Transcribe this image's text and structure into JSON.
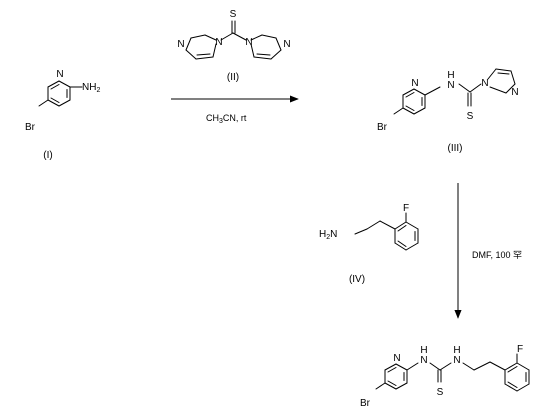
{
  "compounds": {
    "I": {
      "label": "(I)",
      "atoms": {
        "br": "Br",
        "n": "N",
        "nh2_main": "NH",
        "nh2_sub": "2"
      }
    },
    "II": {
      "label": "(II)",
      "atoms": {
        "s": "S",
        "n1": "N",
        "n2": "N",
        "n3": "N",
        "n4": "N"
      }
    },
    "III": {
      "label": "(III)",
      "atoms": {
        "br": "Br",
        "n": "N",
        "nh_main": "N",
        "nh_h": "H",
        "n_im1": "N",
        "n_im2": "N",
        "s": "S"
      }
    },
    "IV": {
      "label": "(IV)",
      "atoms": {
        "f": "F",
        "h2n_h": "H",
        "h2n_2": "2",
        "h2n_n": "N"
      }
    },
    "product": {
      "atoms": {
        "br": "Br",
        "n": "N",
        "nh1_n": "N",
        "nh1_h": "H",
        "s": "S",
        "nh2_n": "N",
        "nh2_h": "H",
        "f": "F"
      }
    }
  },
  "conditions": {
    "step1_main": "CH",
    "step1_sub": "3",
    "step1_rest": "CN, rt",
    "step2": "DMF, 100 罕"
  },
  "colors": {
    "ink": "#000000",
    "background": "#ffffff"
  }
}
